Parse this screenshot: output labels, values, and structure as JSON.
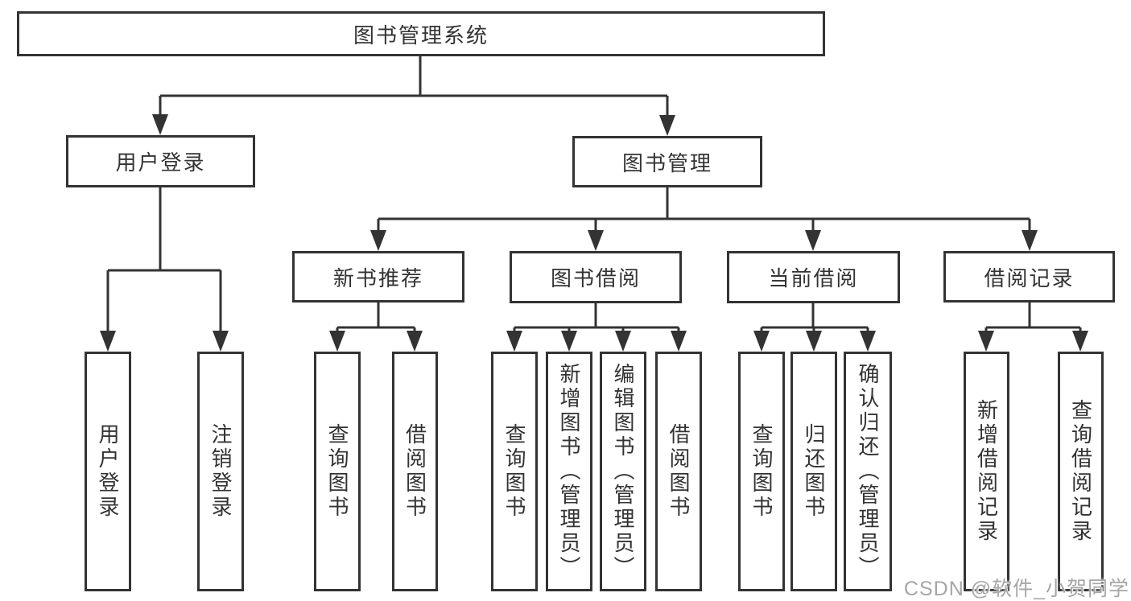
{
  "tree": {
    "root": {
      "label": "图书管理系统",
      "children": [
        {
          "label": "用户登录",
          "children": [
            {
              "label": "用户登录"
            },
            {
              "label": "注销登录"
            }
          ]
        },
        {
          "label": "图书管理",
          "children": [
            {
              "label": "新书推荐",
              "children": [
                {
                  "label": "查询图书"
                },
                {
                  "label": "借阅图书"
                }
              ]
            },
            {
              "label": "图书借阅",
              "children": [
                {
                  "label": "查询图书"
                },
                {
                  "label": "新增图书（管理员）"
                },
                {
                  "label": "编辑图书（管理员）"
                },
                {
                  "label": "借阅图书"
                }
              ]
            },
            {
              "label": "当前借阅",
              "children": [
                {
                  "label": "查询图书"
                },
                {
                  "label": "归还图书"
                },
                {
                  "label": "确认归还（管理员）"
                }
              ]
            },
            {
              "label": "借阅记录",
              "children": [
                {
                  "label": "新增借阅记录"
                },
                {
                  "label": "查询借阅记录"
                }
              ]
            }
          ]
        }
      ]
    }
  },
  "watermark": {
    "text": "CSDN @软件_小贺同学"
  },
  "colors": {
    "line": "#333333",
    "text": "#333333",
    "background": "#ffffff",
    "watermark": "#a6a6a6"
  }
}
